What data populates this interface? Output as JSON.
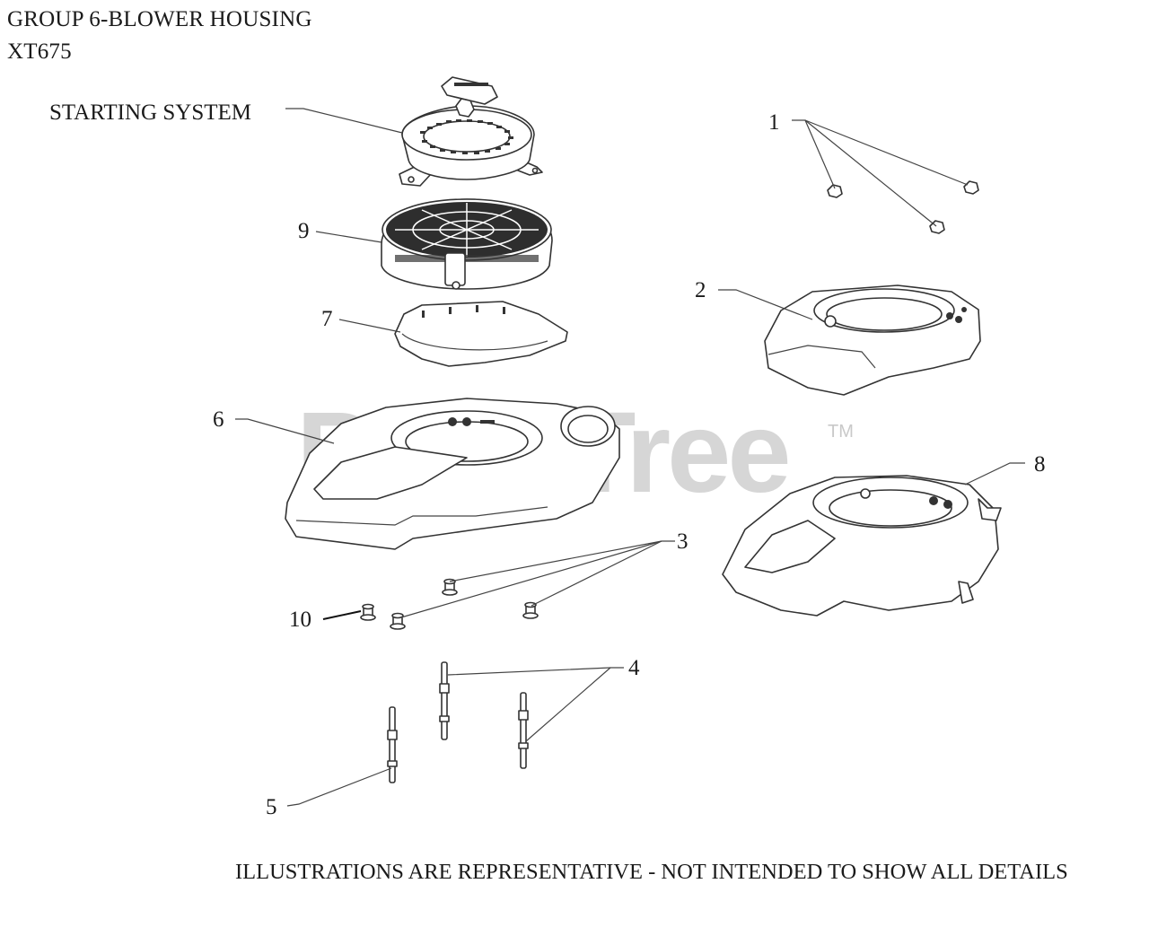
{
  "header": {
    "group_title": "GROUP 6-BLOWER HOUSING",
    "model": "XT675"
  },
  "watermark": {
    "text": "PartsTree",
    "trademark": "TM"
  },
  "callouts": {
    "starting_system": "STARTING SYSTEM",
    "c1": "1",
    "c2": "2",
    "c3": "3",
    "c4": "4",
    "c5": "5",
    "c6": "6",
    "c7": "7",
    "c8": "8",
    "c9": "9",
    "c10": "10"
  },
  "footer": {
    "disclaimer": "ILLUSTRATIONS ARE REPRESENTATIVE - NOT INTENDED TO SHOW ALL DETAILS"
  }
}
